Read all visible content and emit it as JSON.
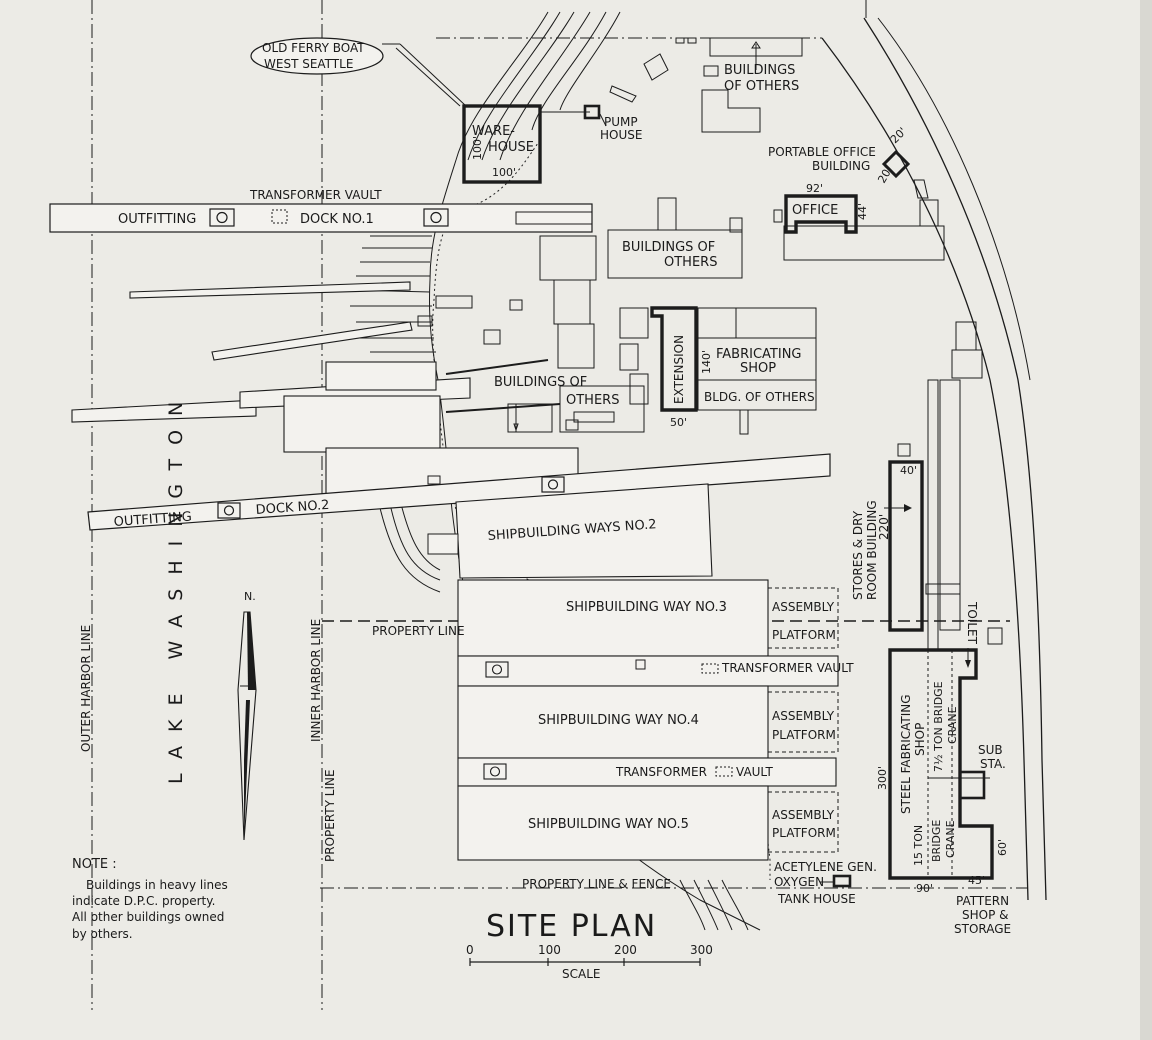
{
  "title": "SITE PLAN",
  "lake": "LAKE WASHINGTON",
  "scale": {
    "label": "SCALE",
    "ticks": [
      "0",
      "100",
      "200",
      "300"
    ]
  },
  "callout": {
    "line1": "OLD FERRY BOAT",
    "line2": "WEST SEATTLE"
  },
  "docks": {
    "dock1_outfitting": "OUTFITTING",
    "dock1_name": "DOCK NO.1",
    "dock2_outfitting": "OUTFITTING",
    "dock2_name": "DOCK NO.2"
  },
  "labels": {
    "transformer_vault_top": "TRANSFORMER VAULT",
    "warehouse_1": "WARE-",
    "warehouse_2": "HOUSE",
    "warehouse_dim_w": "100'",
    "warehouse_dim_h": "100'",
    "pump_1": "PUMP",
    "pump_2": "HOUSE",
    "bo_top_1": "BUILDINGS",
    "bo_top_2": "OF OTHERS",
    "portable_1": "PORTABLE OFFICE",
    "portable_2": "BUILDING",
    "portable_dim1": "20'",
    "portable_dim2": "20'",
    "office": "OFFICE",
    "office_dim_w": "92'",
    "office_dim_h": "44'",
    "bo_mid_1": "BUILDINGS OF",
    "bo_mid_2": "OTHERS",
    "extension": "EXTENSION",
    "fab_1": "FABRICATING",
    "fab_2": "SHOP",
    "fab_dim_h": "140'",
    "fab_dim_w": "50'",
    "bldg_others": "BLDG. OF OTHERS",
    "bo_low_1": "BUILDINGS OF",
    "bo_low_2": "OTHERS",
    "ways2": "SHIPBUILDING WAYS NO.2",
    "way3": "SHIPBUILDING WAY NO.3",
    "way4": "SHIPBUILDING WAY NO.4",
    "way5": "SHIPBUILDING WAY NO.5",
    "assembly": "ASSEMBLY",
    "platform": "PLATFORM",
    "property_line": "PROPERTY LINE",
    "transformer_vault_mid": "TRANSFORMER VAULT",
    "transformer_low_a": "TRANSFORMER",
    "transformer_low_b": "VAULT",
    "stores_1": "STORES & DRY",
    "stores_2": "ROOM BUILDING",
    "stores_3": "220'",
    "stores_dim": "40'",
    "toilet": "TOILET",
    "steel_1": "STEEL FABRICATING",
    "steel_2": "SHOP",
    "steel_dim": "300'",
    "crane1_1": "7½ TON BRIDGE",
    "crane1_2": "CRANE",
    "crane2_1": "15 TON",
    "crane2_2": "BRIDGE",
    "crane2_3": "CRANE",
    "sub_1": "SUB",
    "sub_2": "STA.",
    "dim_60": "60'",
    "dim_45": "45'",
    "dim_90": "90'",
    "pattern_1": "PATTERN",
    "pattern_2": "SHOP &",
    "pattern_3": "STORAGE",
    "acet_1": "ACETYLENE GEN.",
    "acet_2": "OXYGEN",
    "acet_3": "TANK HOUSE",
    "fence": "PROPERTY LINE & FENCE",
    "outer_harbor": "OUTER HARBOR LINE",
    "inner_harbor": "INNER HARBOR LINE",
    "property_line_v": "PROPERTY LINE",
    "north": "N."
  },
  "note": {
    "heading": "NOTE :",
    "line1": "Buildings in heavy lines",
    "line2": "indicate D.P.C. property.",
    "line3": "All other buildings owned",
    "line4": "by others."
  }
}
